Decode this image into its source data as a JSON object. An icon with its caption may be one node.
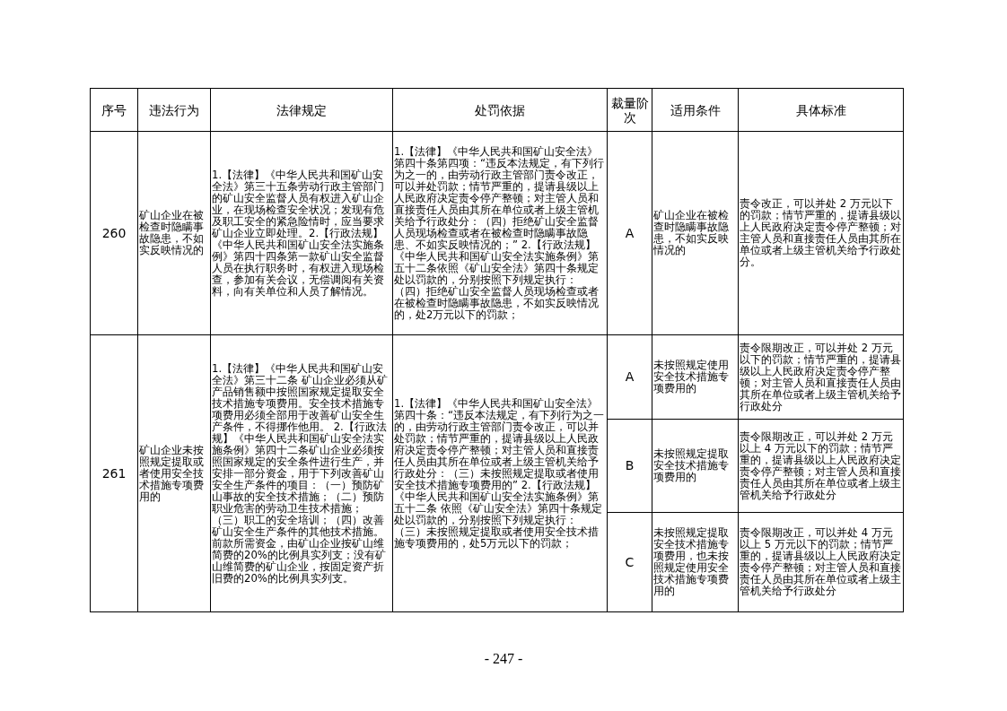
{
  "diagram": {
    "labels": [
      "序号",
      "违法行为",
      "法律规定",
      "处罚依据",
      "裁量阶次",
      "适用条件",
      "具体标准",
      "260",
      "矿山企业在被检查时隐瞒事故隐患，不如实反映情况的",
      "1.【法律】《中华人民共和国矿山安全法》第三十五条劳动行政主管部门的矿山安全监督人员有权进入矿山企业，在现场检查安全状况；发现有危及职工安全的紧急险情时，应当要求矿山企业立即处理。2.【行政法规】《中华人民共和国矿山安全法实施条例》第四十四条第一款矿山安全监督人员在执行职务时，有权进入现场检查，参加有关会议，无偿调阅有关资料，向有关单位和人员了解情况。",
      "1.【法律】《中华人民共和国矿山安全法》第四十条第四项：“违反本法规定，有下列行为之一的，由劳动行政主管部门责令改正，可以并处罚款；情节严重的，提请县级以上人民政府决定责令停产整顿；对主管人员和直接责任人员由其所在单位或者上级主管机关给予行政处分：（四）拒绝矿山安全监督人员现场检查或者在被检查时隐瞒事故隐患、不如实反映情况的；” 2.【行政法规】《中华人民共和国矿山安全法实施条例》第五十二条依照《矿山安全法》第四十条规定处以罚款的，分别按照下列规定执行：（四）拒绝矿山安全监督人员现场检查或者在被检查时隐瞒事故隐患，不如实反映情况的，处2万元以下的罚款；",
      "A",
      "矿山企业在被检查时隐瞒事故隐患，不如实反映情况的",
      "责令改正，可以并处 2 万元以下的罚款；情节严重的，提请县级以上人民政府决定责令停产整顿；对主管人员和直接责任人员由其所在单位或者上级主管机关给予行政处分。",
      "261",
      "矿山企业未按照规定提取或者使用安全技术措施专项费用的",
      "1.【法律】《中华人民共和国矿山安全法》第三十二条 矿山企业必须从矿产品销售额中按照国家规定提取安全技术措施专项费用。安全技术措施专项费用必须全部用于改善矿山安全生产条件，不得挪作他用。 2.【行政法规】《中华人民共和国矿山安全法实施条例》第四十二条矿山企业必须按照国家规定的安全条件进行生产，并安排一部分资金，用于下列改善矿山安全生产条件的项目：（一）预防矿山事故的安全技术措施；（二）预防职业危害的劳动卫生技术措施；（三）职工的安全培训；（四）改善矿山安全生产条件的其他技术措施。前款所需资金，由矿山企业按矿山维简费的20%的比例具实列支；没有矿山维简费的矿山企业，按固定资产折旧费的20%的比例具实列支。",
      "1.【法律】《中华人民共和国矿山安全法》第四十条：“违反本法规定，有下列行为之一的，由劳动行政主管部门责令改正，可以并处罚款；情节严重的，提请县级以上人民政府决定责令停产整顿；对主管人员和直接责任人员由其所在单位或者上级主管机关给予行政处分：（三）未按照规定提取或者使用安全技术措施专项费用的” 2.【行政法规】《中华人民共和国矿山安全法实施条例》第五十二条 依照《矿山安全法》第四十条规定处以罚款的，分别按照下列规定执行：（三）未按照规定提取或者使用安全技术措施专项费用的，处5万元以下的罚款；",
      "A",
      "未按照规定使用安全技术措施专项费用的",
      "责令限期改正，可以并处 2 万元以下的罚款；情节严重的，提请县级以上人民政府决定责令停产整顿；对主管人员和直接责任人员由其所在单位或者上级主管机关给予行政处分",
      "B",
      "未按照规定提取安全技术措施专项费用的",
      "责令限期改正，可以并处 2 万元以上 4 万元以下的罚款；情节严重的，提请县级以上人民政府决定责令停产整顿；对主管人员和直接责任人员由其所在单位或者上级主管机关给予行政处分",
      "C",
      "未按照规定提取安全技术措施专项费用，也未按照规定使用安全技术措施专项费用的",
      "责令限期改正，可以并处 4 万元以上 5 万元以下的罚款；情节严重的，提请县级以上人民政府决定责令停产整顿；对主管人员和直接责任人员由其所在单位或者上级主管机关给予行政处分",
      "- 247 -"
    ]
  }
}
